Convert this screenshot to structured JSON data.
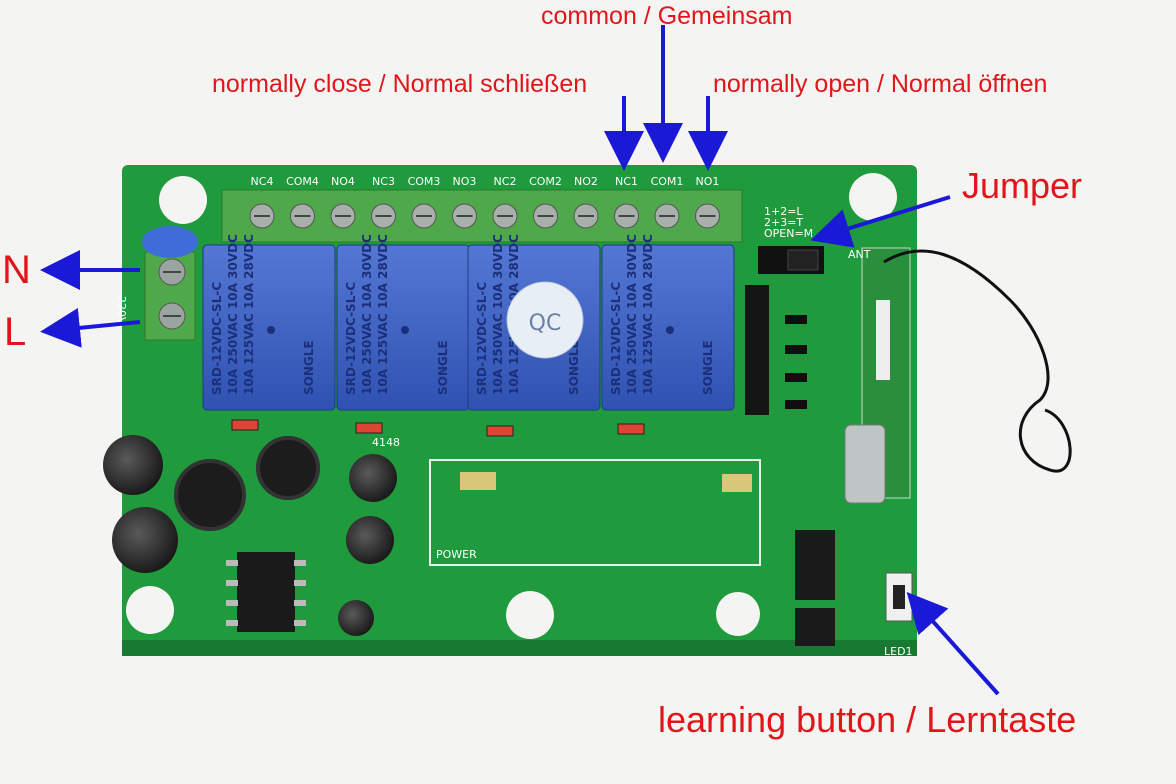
{
  "labels": {
    "common": "common / Gemeinsam",
    "normally_close": "normally close / Normal schließen",
    "normally_open": "normally open / Normal öffnen",
    "jumper": "Jumper",
    "neutral": "N",
    "live": "L",
    "learning_button": "learning button / Lerntaste"
  },
  "terminals": [
    "NC4",
    "COM4",
    "NO4",
    "NC3",
    "COM3",
    "NO3",
    "NC2",
    "COM2",
    "NO2",
    "NC1",
    "COM1",
    "NO1"
  ],
  "relays": [
    {
      "brand": "SONGLE",
      "model": "SRD-12VDC-SL-C",
      "rating1": "10A 250VAC",
      "rating2": "10A 30VDC",
      "rating3": "10A 125VAC",
      "rating4": "10A 28VDC"
    },
    {
      "brand": "SONGLE",
      "model": "SRD-12VDC-SL-C",
      "rating1": "10A 250VAC",
      "rating2": "10A 30VDC",
      "rating3": "10A 125VAC",
      "rating4": "10A 28VDC"
    },
    {
      "brand": "SONGLE",
      "model": "SRD-12VDC-SL-C",
      "rating1": "10A 250VAC",
      "rating2": "10A 30VDC",
      "rating3": "10A 125VAC",
      "rating4": "10A 28VDC"
    },
    {
      "brand": "SONGLE",
      "model": "SRD-12VDC-SL-C",
      "rating1": "10A 250VAC",
      "rating2": "10A 30VDC",
      "rating3": "10A 125VAC",
      "rating4": "10A 28VDC"
    }
  ],
  "pcb": {
    "power_terminal": "220V",
    "jumper_legend": [
      "1+2=L",
      "2+3=T",
      "OPEN=M"
    ],
    "qc_sticker": "QC",
    "power_label": "POWER",
    "antenna_label": "ANT",
    "led_label": "LED1",
    "diode_code": "4148"
  },
  "colors": {
    "label_red": "#e0161b",
    "arrow_blue": "#1a1ad6",
    "pcb_green": "#1f9a3c",
    "relay_blue": "#3d63c4",
    "terminal_green": "#4fa84a"
  }
}
